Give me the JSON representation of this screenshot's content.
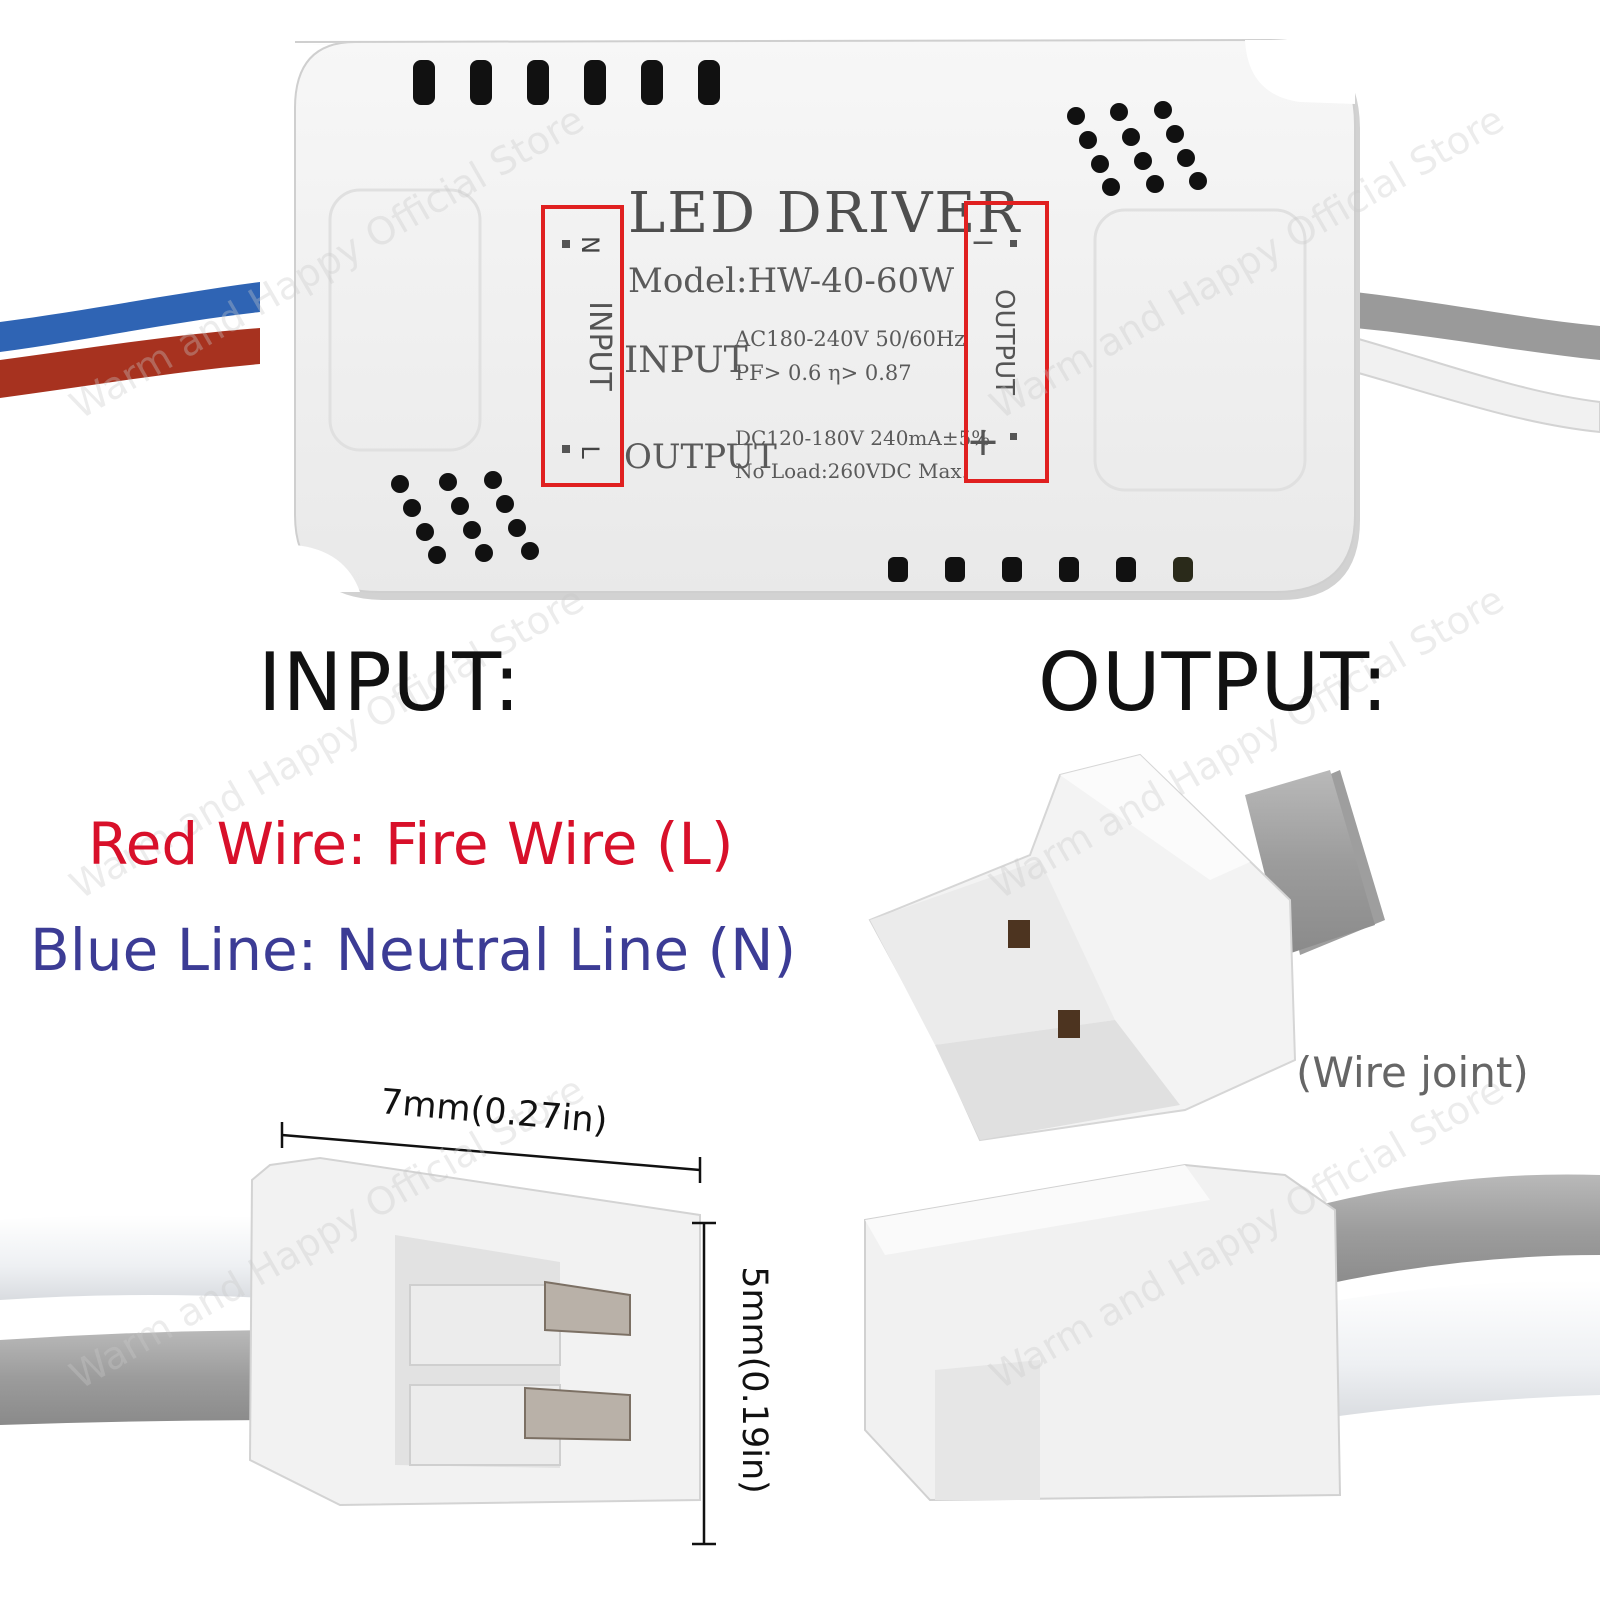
{
  "device": {
    "title": "LED DRIVER",
    "model": "Model:HW-40-60W",
    "input_label": "INPUT",
    "input_spec_1": "AC180-240V 50/60Hz",
    "input_spec_2": "PF> 0.6  η> 0.87",
    "output_label": "OUTPUT",
    "output_spec_1": "DC120-180V 240mA±5%",
    "output_spec_2": "No Load:260VDC Max.",
    "side_input_label": "INPUT",
    "side_output_label": "OUTPUT",
    "n_marker": "N",
    "l_marker": "L",
    "minus_marker": "−",
    "plus_marker": "+"
  },
  "headings": {
    "input": "INPUT:",
    "output": "OUTPUT:"
  },
  "legend": {
    "red_wire": "Red Wire: Fire Wire (L)",
    "blue_line": "Blue Line: Neutral Line (N)",
    "red_color": "#d8102a",
    "blue_color": "#3c3c95"
  },
  "dimensions": {
    "width": "7mm(0.27in)",
    "height": "5mm(0.19in)"
  },
  "wire_joint_note": "(Wire joint)",
  "watermark": "Warm and Happy Official Store"
}
